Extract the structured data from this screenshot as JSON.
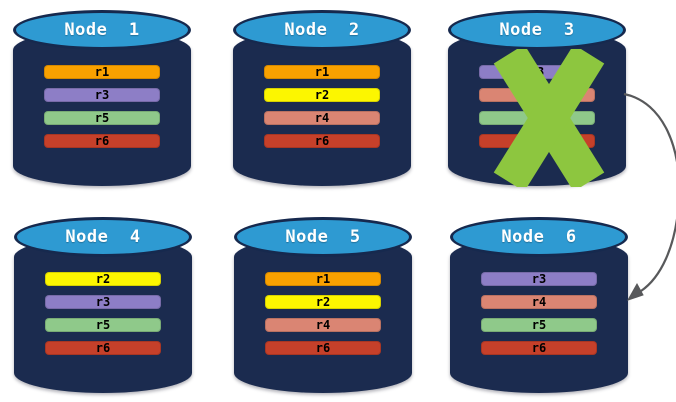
{
  "diagram": {
    "description": "Replicated database cluster with failed node",
    "colors": {
      "background": "#FFFFFF",
      "cylinder_body": "#1B2B4F",
      "cylinder_top": "#2E9AD2",
      "cylinder_outline": "#16294E",
      "title_text": "#FFFFFF",
      "bar_text": "#000000",
      "x_mark_green": "#8DC63F",
      "arrow_gray": "#58595B"
    },
    "replica_colors": {
      "r1": "#F9A100",
      "r2": "#FCF600",
      "r3": "#8D7EC6",
      "r4": "#DA8573",
      "r5": "#8FC98A",
      "r6": "#C6402A"
    },
    "nodes": [
      {
        "id": "node-1",
        "label": "Node  1",
        "failed": false,
        "replicas": [
          "r1",
          "r3",
          "r5",
          "r6"
        ]
      },
      {
        "id": "node-2",
        "label": "Node  2",
        "failed": false,
        "replicas": [
          "r1",
          "r2",
          "r4",
          "r6"
        ]
      },
      {
        "id": "node-3",
        "label": "Node  3",
        "failed": true,
        "replicas": [
          "r3",
          "r4",
          "r5",
          "r6"
        ]
      },
      {
        "id": "node-4",
        "label": "Node  4",
        "failed": false,
        "replicas": [
          "r2",
          "r3",
          "r5",
          "r6"
        ]
      },
      {
        "id": "node-5",
        "label": "Node  5",
        "failed": false,
        "replicas": [
          "r1",
          "r2",
          "r4",
          "r6"
        ]
      },
      {
        "id": "node-6",
        "label": "Node  6",
        "failed": false,
        "replicas": [
          "r3",
          "r4",
          "r5",
          "r6"
        ]
      }
    ],
    "arrow": {
      "from": "node-3",
      "to": "node-6"
    }
  }
}
